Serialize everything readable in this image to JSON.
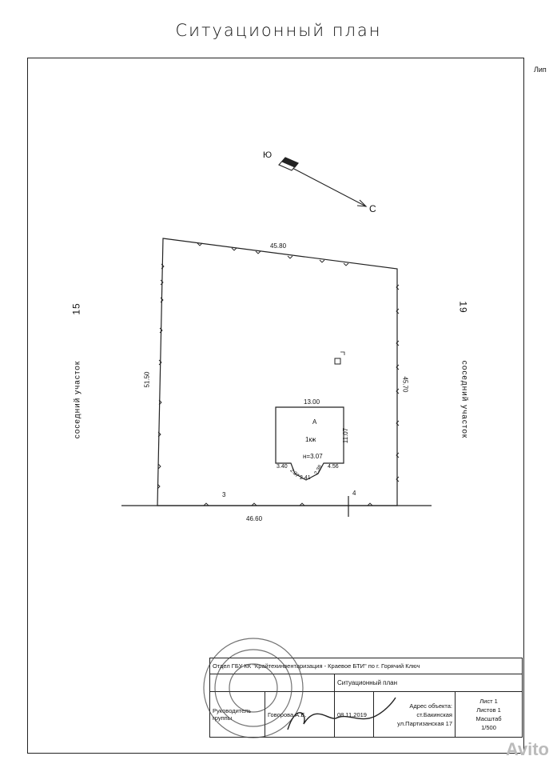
{
  "page_title": "Ситуационный план",
  "compass": {
    "south": "Ю",
    "north": "С"
  },
  "neighbors": {
    "left_label": "соседний участок",
    "left_number": "15",
    "right_label": "соседний участок",
    "right_number": "19"
  },
  "dimensions": {
    "top": "45.80",
    "left": "51.50",
    "right": "45.70",
    "bottom": "46.60",
    "house_width": "13.00",
    "house_height": "11.07",
    "notch_a": "3.40",
    "notch_b": "2.37",
    "notch_c": "2.41",
    "notch_d": "2.38",
    "notch_e": "4.56"
  },
  "markers": {
    "left_point": "3",
    "right_point": "4"
  },
  "house": {
    "letter": "А",
    "floors": "1кж",
    "height": "н=3.07"
  },
  "stamp": {
    "organization": "Отдел ГБУ КК \"Крайтехинвентаризация - Краевое БТИ\" по г. Горячий Ключ",
    "doc_name": "Ситуационный план",
    "head_role": "Руководитель группы",
    "head_name": "Говорова А.Е.",
    "date": "08.11.2019",
    "address_label": "Адрес объекта:",
    "address_line1": "ст.Бакинская",
    "address_line2": "ул.Партизанская 17",
    "sheet": "Лист 1",
    "sheets": "Листов 1",
    "scale_label": "Масштаб",
    "scale_value": "1/500"
  },
  "edge_text": "Лип",
  "watermark": "Avito"
}
